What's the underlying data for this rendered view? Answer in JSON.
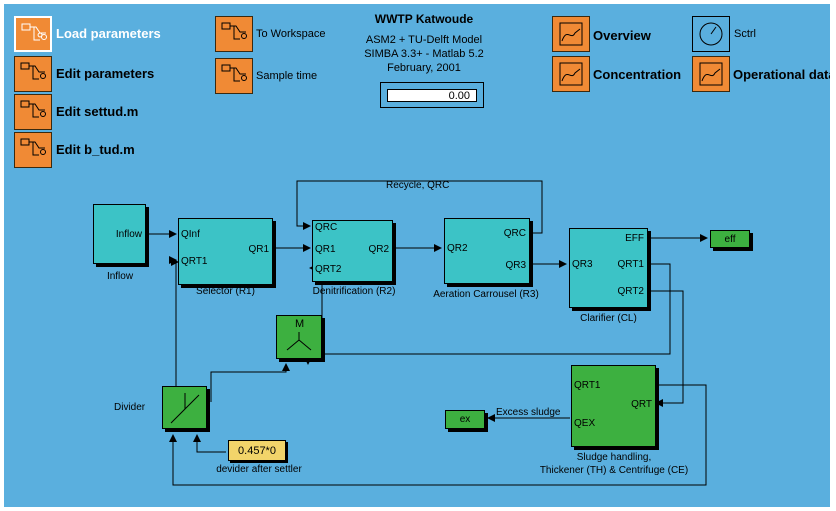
{
  "header": {
    "title": "WWTP Katwoude",
    "model": "ASM2 + TU-Delft Model",
    "software": "SIMBA 3.3+ - Matlab 5.2",
    "date": "February, 2001",
    "time_display": "0.00"
  },
  "left_buttons": [
    {
      "label": "Load parameters",
      "icon": "subsystem-icon"
    },
    {
      "label": "Edit parameters",
      "icon": "subsystem-icon"
    },
    {
      "label": "Edit settud.m",
      "icon": "subsystem-icon"
    },
    {
      "label": "Edit b_tud.m",
      "icon": "subsystem-icon"
    }
  ],
  "mid_buttons": [
    {
      "label": "To Workspace",
      "icon": "subsystem-icon"
    },
    {
      "label": "Sample time",
      "icon": "subsystem-icon"
    }
  ],
  "right_buttons": [
    {
      "label": "Overview",
      "icon": "scope-icon"
    },
    {
      "label": "Concentration",
      "icon": "scope-icon"
    },
    {
      "label": "Sctrl",
      "icon": "clock-icon"
    },
    {
      "label": "Operational data",
      "icon": "scope-icon"
    }
  ],
  "blocks": {
    "inflow": {
      "port": "Inflow",
      "caption": "Inflow"
    },
    "selector": {
      "ports": [
        "QInf",
        "QRT1",
        "QR1"
      ],
      "caption": "Selector (R1)"
    },
    "denitrification": {
      "ports": [
        "QRC",
        "QR1",
        "QRT2",
        "QR2"
      ],
      "caption": "Denitrification (R2)"
    },
    "aeration": {
      "ports": [
        "QR2",
        "QRC",
        "QR3"
      ],
      "caption": "Aeration Carrousel (R3)"
    },
    "clarifier": {
      "ports": [
        "QR3",
        "EFF",
        "QRT1",
        "QRT2"
      ],
      "caption": "Clarifier (CL)"
    },
    "eff": {
      "label": "eff"
    },
    "mixer": {
      "label": "M"
    },
    "divider": {
      "caption": "Divider"
    },
    "constant": {
      "value": "0.457*0",
      "caption": "devider after settler"
    },
    "sludge": {
      "ports": [
        "QRT1",
        "QEX",
        "QRT"
      ],
      "caption_line1": "Sludge handling,",
      "caption_line2": "Thickener (TH) & Centrifuge (CE)"
    },
    "ex": {
      "label": "ex"
    }
  },
  "wire_labels": {
    "recycle": "Recycle, QRC",
    "excess": "Excess sludge"
  }
}
